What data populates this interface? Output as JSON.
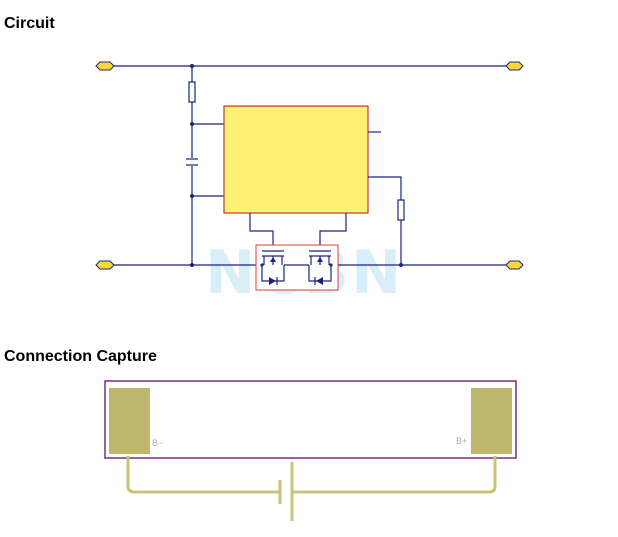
{
  "sections": {
    "circuit_title": "Circuit",
    "capture_title": "Connection Capture"
  },
  "watermark": "NCBN",
  "capture": {
    "left_pad_label": "B−",
    "right_pad_label": "B+"
  },
  "colors": {
    "wire": "#1a237e",
    "ic_fill": "#fff176",
    "ic_border": "#c0392b",
    "mosfet_box": "#e53935",
    "terminal_fill": "#fdd835",
    "pad_fill": "#bdb76b",
    "board_outline": "#7b2d7b",
    "battery_wire": "#c9c27a"
  }
}
